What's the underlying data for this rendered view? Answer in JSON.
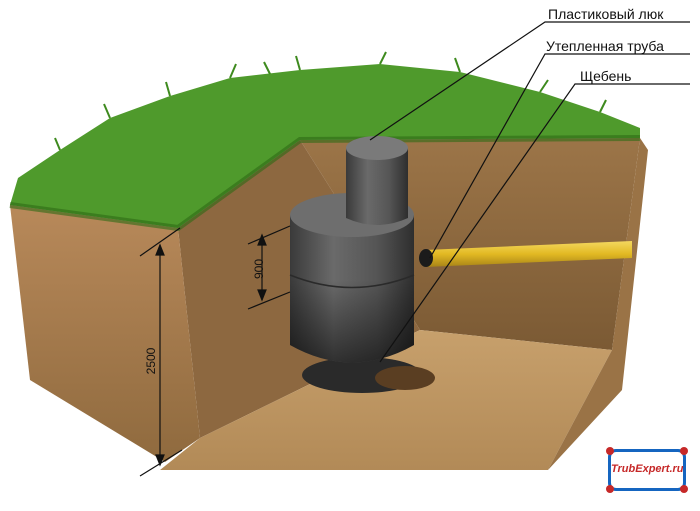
{
  "labels": {
    "hatch": "Пластиковый люк",
    "pipe": "Утепленная труба",
    "rubble": "Щебень"
  },
  "dimensions": {
    "ring_height": "900",
    "depth": "2500"
  },
  "logo": {
    "text": "TrubExpert.ru"
  },
  "colors": {
    "grass": "#4f9a2c",
    "soil": "#a97f4c",
    "concrete": "#4a4a4a",
    "pipe": "#e7c12a",
    "logo_border": "#1565c0",
    "logo_text": "#c62828"
  }
}
